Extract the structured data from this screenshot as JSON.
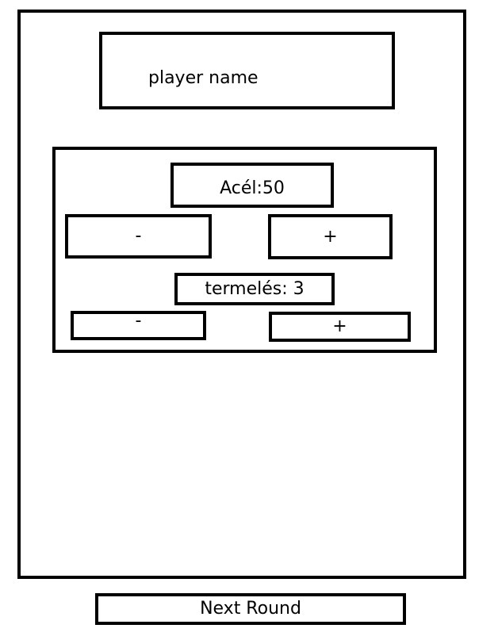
{
  "player": {
    "name": "player name"
  },
  "resources": {
    "acel": {
      "label": "Acél:50",
      "decrease_label": "-",
      "increase_label": "+"
    },
    "termeles": {
      "label": "termelés: 3",
      "decrease_label": "-",
      "increase_label": "+"
    }
  },
  "footer": {
    "next_round_label": "Next Round"
  }
}
